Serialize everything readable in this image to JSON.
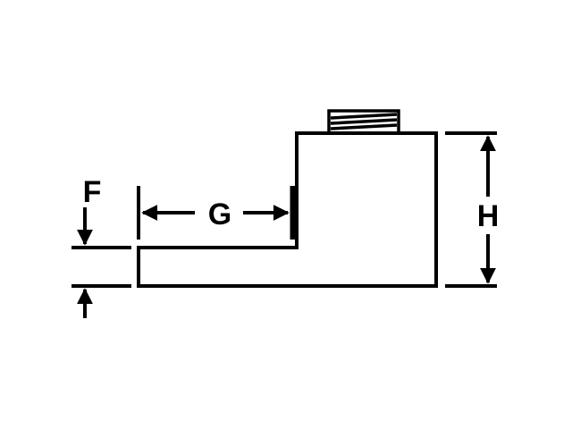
{
  "diagram": {
    "labels": {
      "F": "F",
      "G": "G",
      "H": "H"
    },
    "colors": {
      "stroke": "#000000",
      "background": "#ffffff"
    }
  }
}
